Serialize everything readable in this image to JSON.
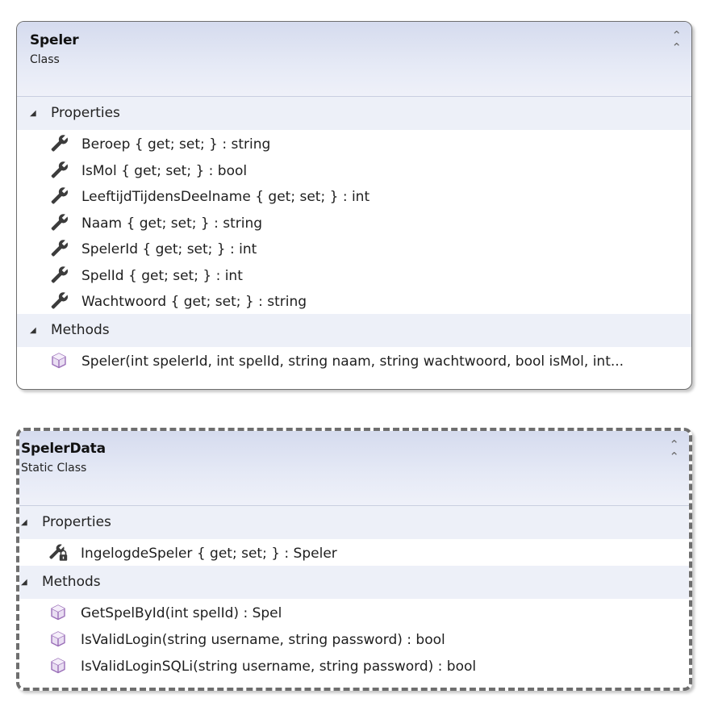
{
  "classes": [
    {
      "name": "Speler",
      "kind": "Class",
      "border": "solid",
      "properties_label": "Properties",
      "methods_label": "Methods",
      "properties": [
        {
          "text": "Beroep { get; set; } : string",
          "icon": "wrench-icon"
        },
        {
          "text": "IsMol { get; set; } : bool",
          "icon": "wrench-icon"
        },
        {
          "text": "LeeftijdTijdensDeelname { get; set; } : int",
          "icon": "wrench-icon"
        },
        {
          "text": "Naam { get; set; } : string",
          "icon": "wrench-icon"
        },
        {
          "text": "SpelerId { get; set; } : int",
          "icon": "wrench-icon"
        },
        {
          "text": "SpelId { get; set; } : int",
          "icon": "wrench-icon"
        },
        {
          "text": "Wachtwoord { get; set; } : string",
          "icon": "wrench-icon"
        }
      ],
      "methods": [
        {
          "text": "Speler(int spelerId, int spelId, string naam, string wachtwoord, bool isMol, int...",
          "icon": "method-cube-icon"
        }
      ]
    },
    {
      "name": "SpelerData",
      "kind": "Static Class",
      "border": "dashed",
      "properties_label": "Properties",
      "methods_label": "Methods",
      "properties": [
        {
          "text": "IngelogdeSpeler { get; set; } : Speler",
          "icon": "static-wrench-lock-icon"
        }
      ],
      "methods": [
        {
          "text": "GetSpelById(int spelId) : Spel",
          "icon": "method-cube-icon"
        },
        {
          "text": "IsValidLogin(string username, string password) : bool",
          "icon": "method-cube-icon"
        },
        {
          "text": "IsValidLoginSQLi(string username, string password) : bool",
          "icon": "method-cube-icon"
        }
      ]
    }
  ],
  "colors": {
    "header_gradient_top": "#d5dbee",
    "section_bg": "#edf0f8",
    "border": "#6e6e6e",
    "method_icon": "#9a6fb8"
  }
}
